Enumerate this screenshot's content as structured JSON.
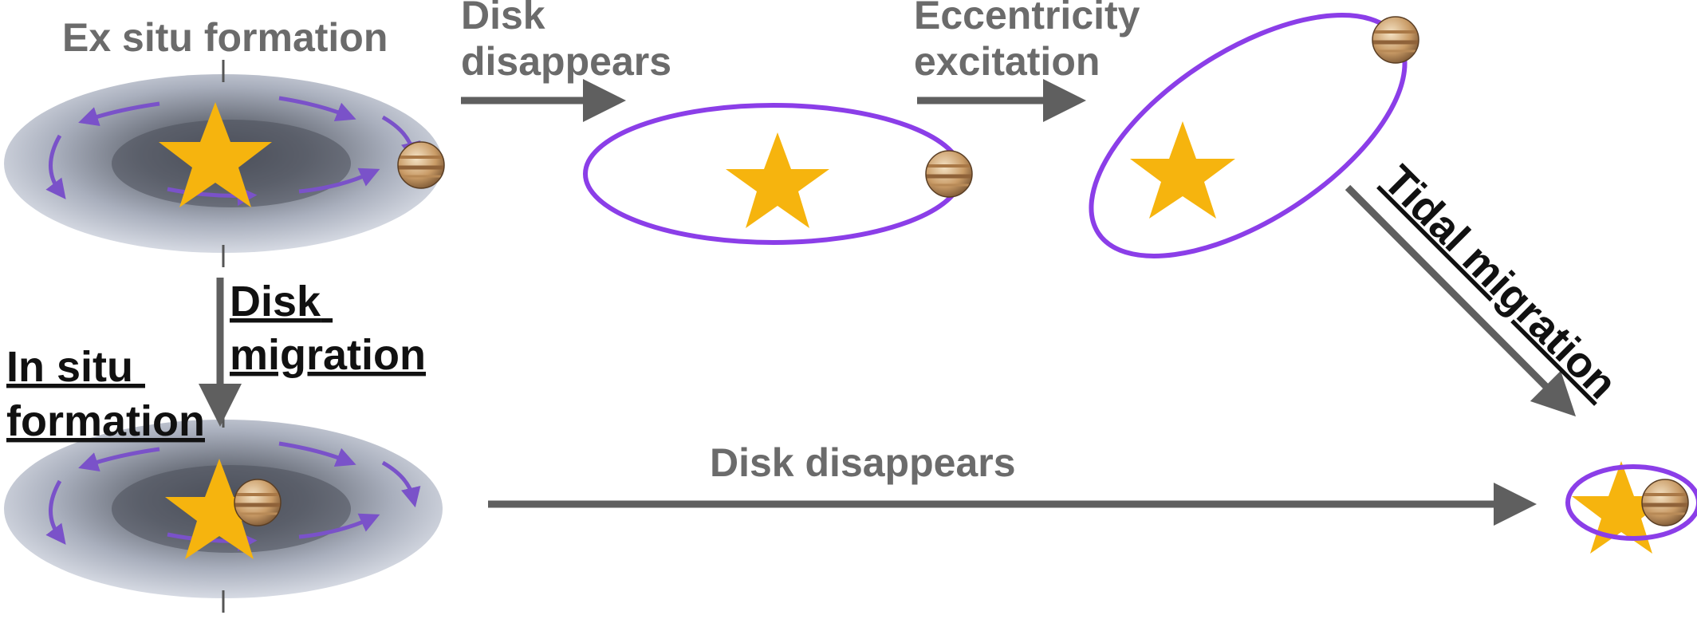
{
  "labels": {
    "ex_situ_formation": "Ex situ formation",
    "disk_disappears_top": [
      "Disk",
      "disappears"
    ],
    "eccentricity_excitation": [
      "Eccentricity",
      "excitation"
    ],
    "tidal_migration": "Tidal migration",
    "disk_migration": [
      "Disk",
      "migration"
    ],
    "in_situ_formation": [
      "In situ",
      "formation"
    ],
    "disk_disappears_bottom": "Disk disappears"
  },
  "colors": {
    "star": "#f6b40e",
    "orbit": "#8b3ee8",
    "arrow": "#5f5f5f",
    "flow_arrow": "#7a52c9",
    "disk_light": "#c9ceda",
    "disk_dark": "#565b66",
    "planet_band": "#b07f4b"
  },
  "icons": [
    "star-icon",
    "planet-icon",
    "disk-icon",
    "orbit-ellipse"
  ]
}
